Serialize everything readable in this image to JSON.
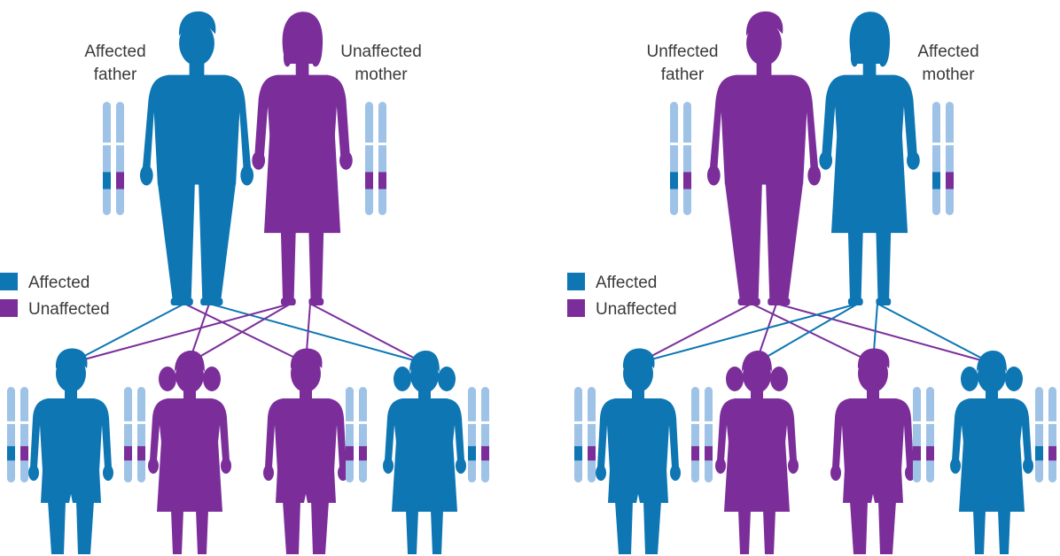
{
  "colors": {
    "affected": "#0d76b3",
    "unaffected": "#7b2e9a",
    "chromosome": "#9ec3e6",
    "text": "#3a3a3a"
  },
  "legend": {
    "affected": "Affected",
    "unaffected": "Unaffected"
  },
  "panels": [
    {
      "father": {
        "line1": "Affected",
        "line2": "father",
        "status": "affected"
      },
      "mother": {
        "line1": "Unaffected",
        "line2": "mother",
        "status": "unaffected"
      },
      "children": [
        {
          "type": "boy",
          "status": "affected"
        },
        {
          "type": "girl",
          "status": "unaffected"
        },
        {
          "type": "boy",
          "status": "unaffected"
        },
        {
          "type": "girl",
          "status": "affected"
        }
      ]
    },
    {
      "father": {
        "line1": "Unffected",
        "line2": "father",
        "status": "unaffected"
      },
      "mother": {
        "line1": "Affected",
        "line2": "mother",
        "status": "affected"
      },
      "children": [
        {
          "type": "boy",
          "status": "affected"
        },
        {
          "type": "girl",
          "status": "unaffected"
        },
        {
          "type": "boy",
          "status": "unaffected"
        },
        {
          "type": "girl",
          "status": "affected"
        }
      ]
    }
  ]
}
